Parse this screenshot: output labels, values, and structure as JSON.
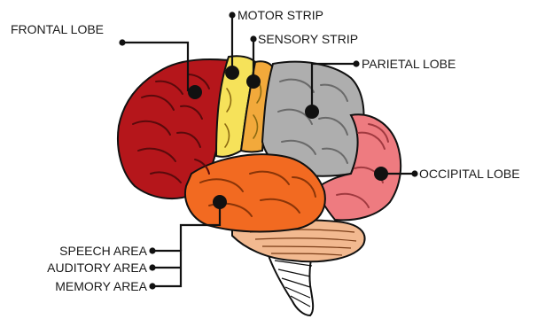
{
  "labels": {
    "frontal_lobe": "FRONTAL LOBE",
    "motor_strip": "MOTOR STRIP",
    "sensory_strip": "SENSORY STRIP",
    "parietal_lobe": "PARIETAL LOBE",
    "occipital_lobe": "OCCIPITAL LOBE",
    "speech_area": "SPEECH AREA",
    "auditory_area": "AUDITORY AREA",
    "memory_area": "MEMORY AREA"
  },
  "colors": {
    "frontal": "#b5161b",
    "motor": "#f6e25a",
    "sensory": "#f2a93b",
    "parietal": "#aeaeae",
    "occipital": "#ee7b80",
    "temporal": "#f26a21",
    "cerebellum": "#f2b990",
    "brainstem": "#ffffff",
    "outline": "#111111",
    "leader": "#111111"
  }
}
